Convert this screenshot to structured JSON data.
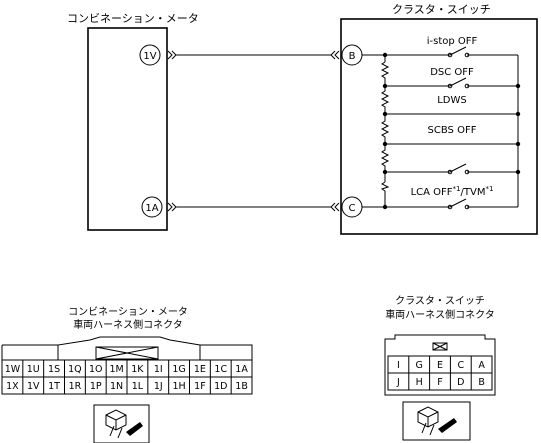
{
  "diagram": {
    "meter": {
      "title": "コンビネーション・メータ",
      "pins": [
        {
          "id": "pin-1v",
          "label": "1V"
        },
        {
          "id": "pin-1a",
          "label": "1A"
        }
      ]
    },
    "cluster": {
      "title": "クラスタ・スイッチ",
      "pins": [
        {
          "id": "pin-b",
          "label": "B"
        },
        {
          "id": "pin-c",
          "label": "C"
        }
      ],
      "switches": [
        {
          "id": "switch-istop",
          "label": "i-stop OFF"
        },
        {
          "id": "switch-dsc",
          "label": "DSC OFF"
        },
        {
          "id": "switch-ldws",
          "label": "LDWS"
        },
        {
          "id": "switch-scbs",
          "label": "SCBS OFF"
        },
        {
          "id": "switch-unlabeled",
          "label": ""
        }
      ],
      "lca_label": {
        "main": "LCA OFF",
        "sup1": "*1",
        "mid": "/TVM",
        "sup2": "*1"
      }
    }
  },
  "connectors": {
    "meter": {
      "title_line1": "コンビネーション・メータ",
      "title_line2": "車両ハーネス側コネクタ",
      "row1": [
        "1W",
        "1U",
        "1S",
        "1Q",
        "1O",
        "1M",
        "1K",
        "1I",
        "1G",
        "1E",
        "1C",
        "1A"
      ],
      "row2": [
        "1X",
        "1V",
        "1T",
        "1R",
        "1P",
        "1N",
        "1L",
        "1J",
        "1H",
        "1F",
        "1D",
        "1B"
      ]
    },
    "cluster": {
      "title_line1": "クラスタ・スイッチ",
      "title_line2": "車両ハーネス側コネクタ",
      "row1": [
        "I",
        "G",
        "E",
        "C",
        "A"
      ],
      "row2": [
        "J",
        "H",
        "F",
        "D",
        "B"
      ]
    }
  }
}
